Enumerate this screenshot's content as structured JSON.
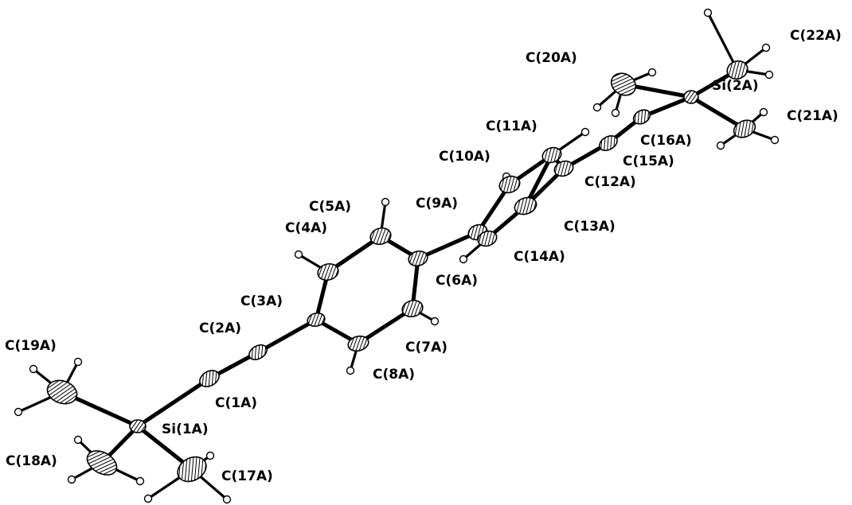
{
  "labels": {
    "c22a": "C(22A)",
    "c20a": "C(20A)",
    "si2a": "Si(2A)",
    "c21a": "C(21A)",
    "c11a": "C(11A)",
    "c16a": "C(16A)",
    "c15a": "C(15A)",
    "c10a": "C(10A)",
    "c12a": "C(12A)",
    "c5a": "C(5A)",
    "c9a": "C(9A)",
    "c4a": "C(4A)",
    "c13a": "C(13A)",
    "c14a": "C(14A)",
    "c6a": "C(6A)",
    "c3a": "C(3A)",
    "c2a": "C(2A)",
    "c7a": "C(7A)",
    "c19a": "C(19A)",
    "c8a": "C(8A)",
    "c1a": "C(1A)",
    "si1a": "Si(1A)",
    "c18a": "C(18A)",
    "c17a": "C(17A)"
  },
  "colors": {
    "ink": "#000000",
    "background": "#ffffff",
    "hydrogen_fill": "#ffffff"
  }
}
